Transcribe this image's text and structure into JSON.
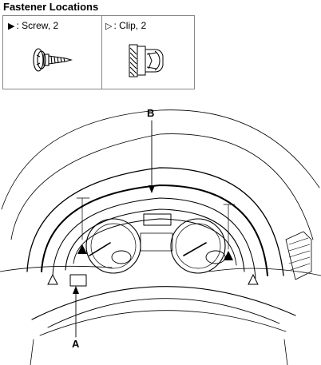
{
  "title": "Fastener Locations",
  "legend": {
    "screw": {
      "symbol": "▶",
      "label": ": Screw, 2"
    },
    "clip": {
      "symbol": "▷",
      "label": ": Clip, 2"
    }
  },
  "callouts": {
    "a": "A",
    "b": "B"
  },
  "colors": {
    "line": "#000000",
    "border": "#888888"
  },
  "icons": [
    "screw-icon",
    "clip-icon",
    "screw-marker-icon",
    "clip-marker-icon"
  ]
}
